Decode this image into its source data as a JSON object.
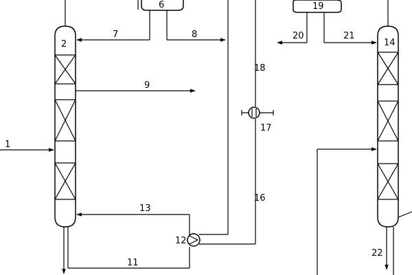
{
  "diagram": {
    "labels": {
      "n1": "1",
      "n2": "2",
      "n6": "6",
      "n7": "7",
      "n8": "8",
      "n9": "9",
      "n11": "11",
      "n12": "12",
      "n13": "13",
      "n14": "14",
      "n16": "16",
      "n17": "17",
      "n18": "18",
      "n19": "19",
      "n20": "20",
      "n21": "21",
      "n22": "22"
    }
  }
}
